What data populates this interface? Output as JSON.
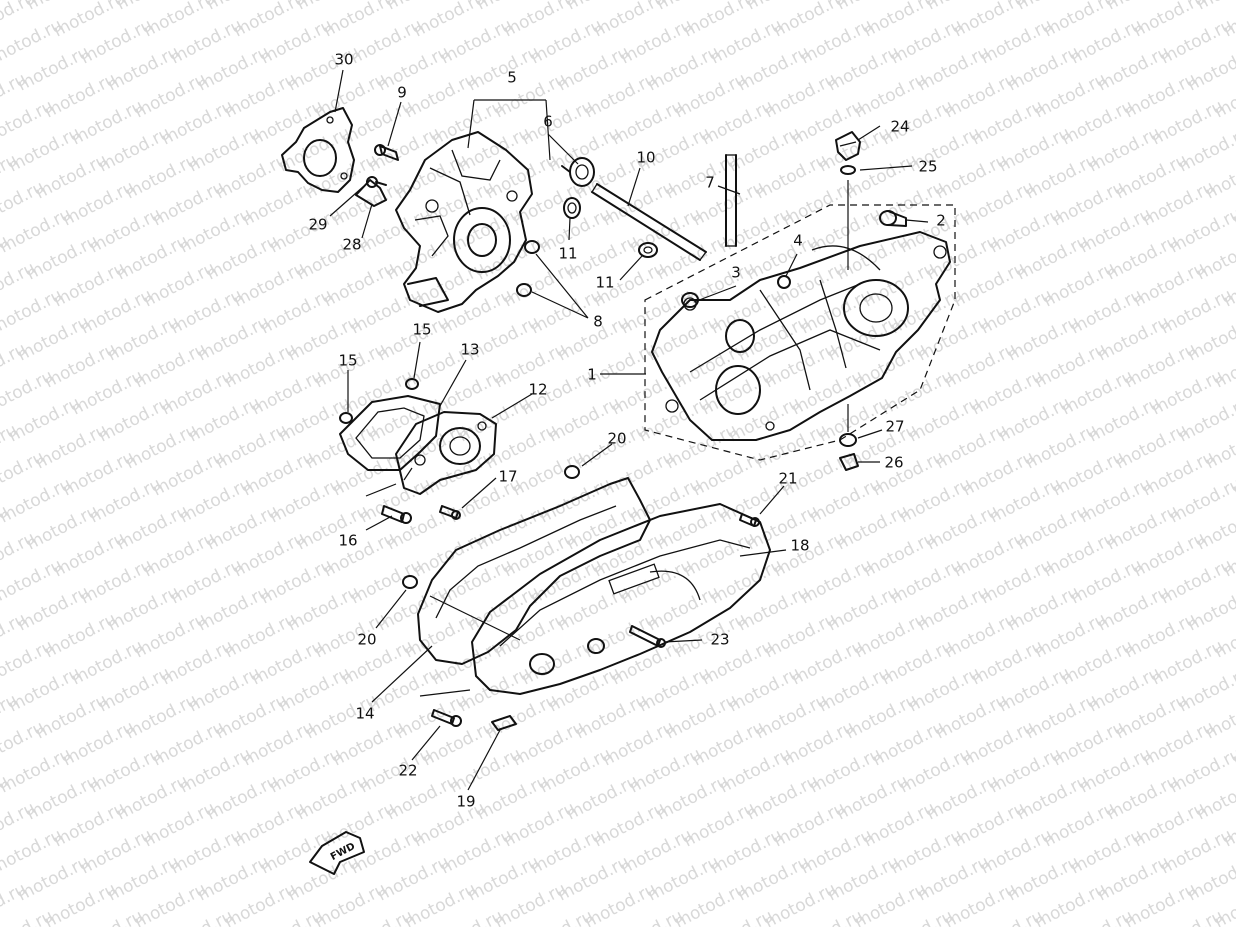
{
  "watermark": "motod.ru",
  "fwd_label": "FWD",
  "callouts": [
    "30",
    "9",
    "5",
    "6",
    "10",
    "7",
    "24",
    "25",
    "2",
    "29",
    "28",
    "11",
    "11",
    "4",
    "3",
    "8",
    "1",
    "15",
    "13",
    "15",
    "12",
    "20",
    "27",
    "26",
    "17",
    "21",
    "16",
    "18",
    "20",
    "23",
    "14",
    "22",
    "19"
  ]
}
